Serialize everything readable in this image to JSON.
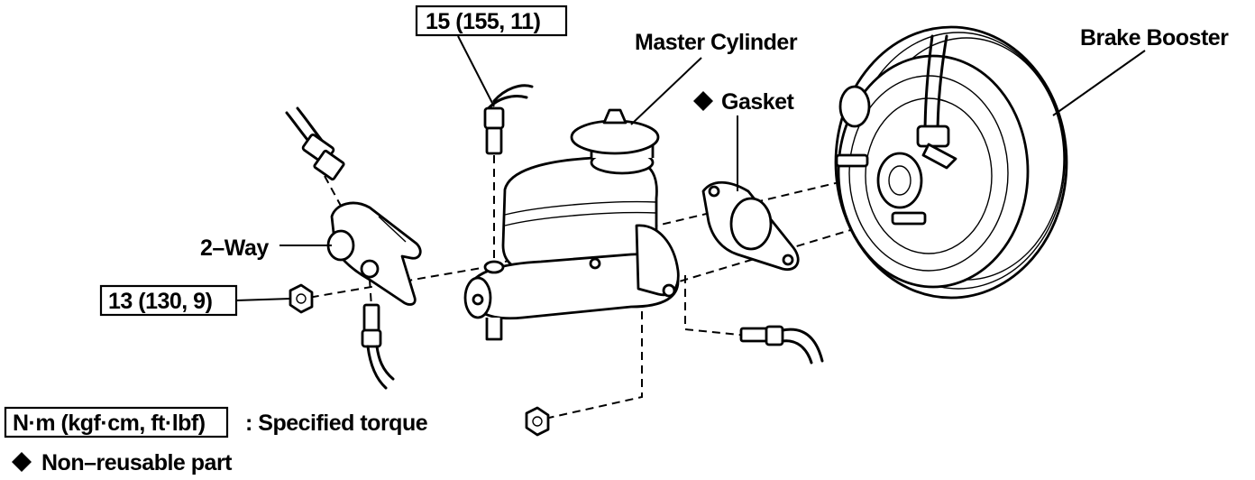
{
  "labels": {
    "top_torque": "15 (155, 11)",
    "master_cylinder": "Master Cylinder",
    "gasket": "Gasket",
    "brake_booster": "Brake Booster",
    "two_way": "2–Way",
    "left_torque": "13 (130, 9)"
  },
  "legend": {
    "torque_unit": "N·m (kgf·cm, ft·lbf)",
    "torque_desc": ": Specified torque",
    "non_reusable": "Non–reusable part"
  },
  "icons": {
    "non_reusable_marker": "diamond-icon"
  },
  "colors": {
    "ink": "#000000",
    "paper": "#ffffff"
  }
}
